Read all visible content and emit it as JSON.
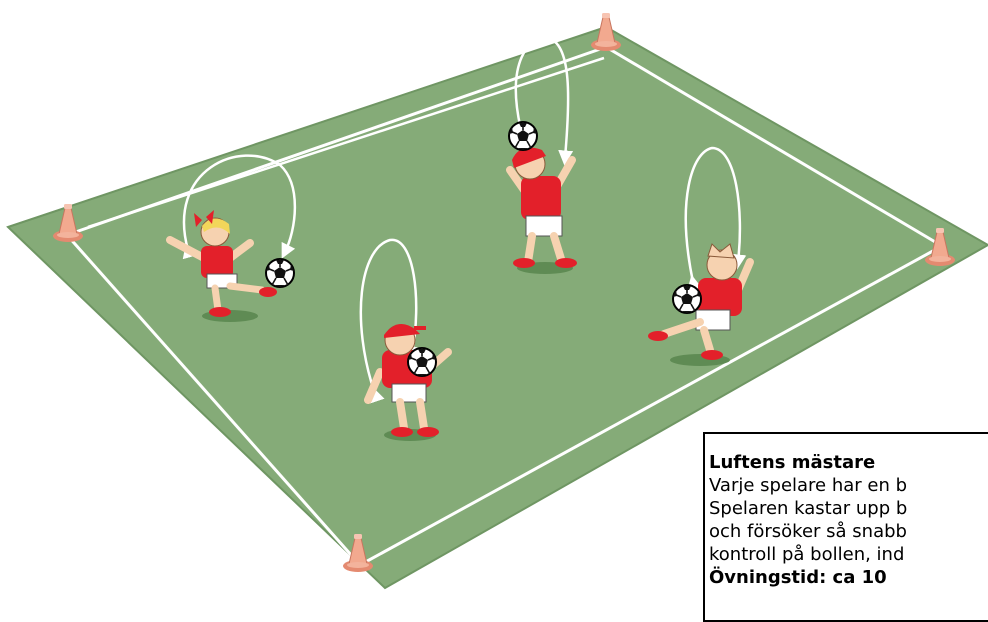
{
  "colors": {
    "field": "#85ab78",
    "field_edge": "#6f9663",
    "line": "#ffffff",
    "cone": "#f2a98f",
    "shirt": "#e3202a",
    "shorts": "#ffffff",
    "skin": "#f6d2b0",
    "ball_dark": "#111111"
  },
  "icons": {
    "cone": "training-cone-icon",
    "ball": "soccer-ball-icon",
    "player": "youth-player-icon",
    "arc": "juggle-arc-arrow-icon"
  },
  "caption": {
    "title": "Luftens mästare",
    "lines": [
      "Varje spelare har en b",
      "Spelaren kastar upp b",
      "och försöker så snabb",
      "kontroll på bollen, ind"
    ],
    "last_bold": "Övningstid: ca 10"
  }
}
